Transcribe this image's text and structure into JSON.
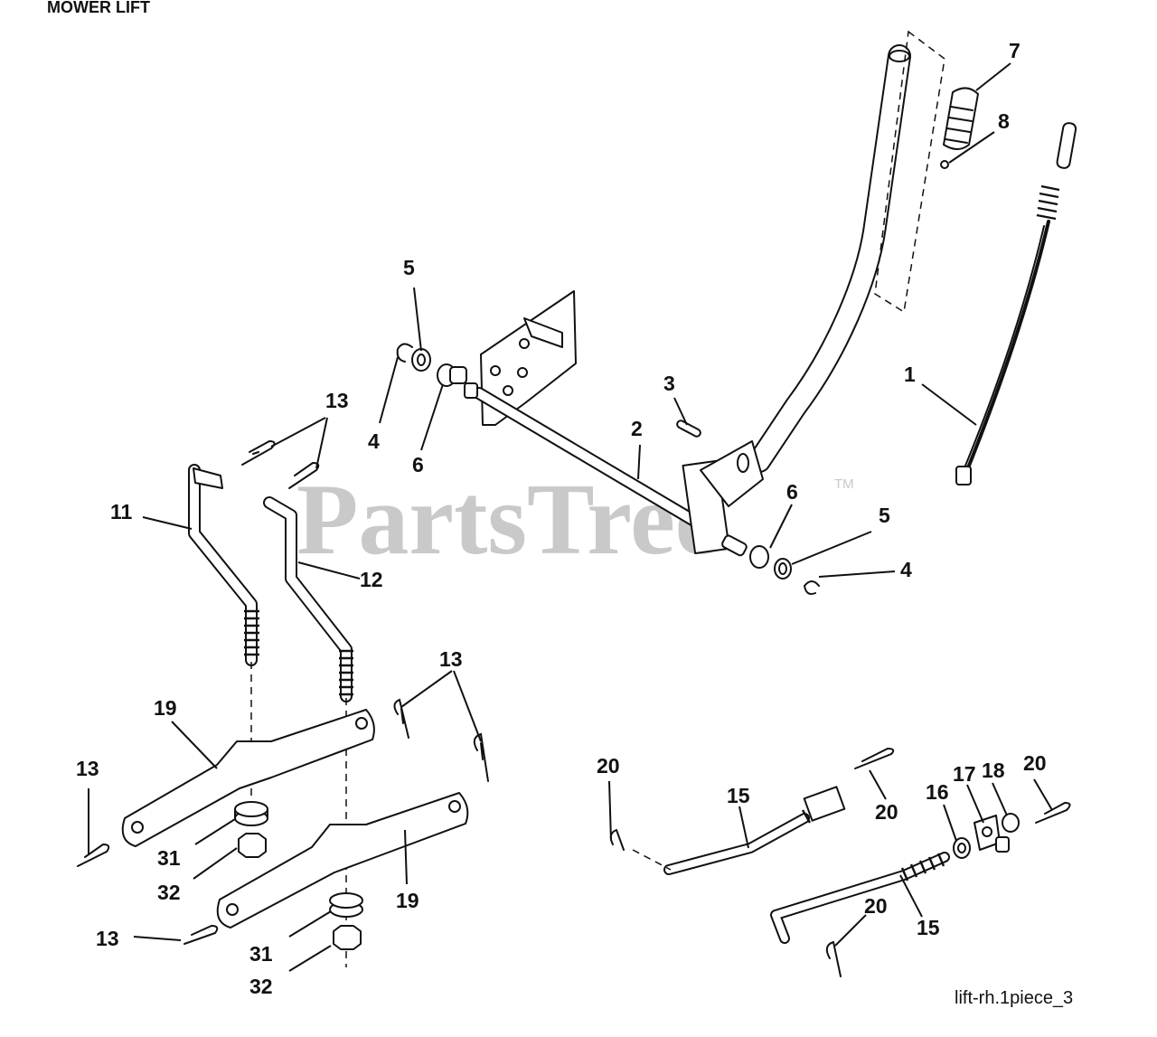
{
  "header": {
    "section_title": "MOWER LIFT"
  },
  "watermark": {
    "brand": "PartsTree",
    "trademark": "TM"
  },
  "footer": {
    "drawing_ref": "lift-rh.1piece_3"
  },
  "callouts": [
    {
      "id": "c1",
      "label": "1"
    },
    {
      "id": "c2",
      "label": "2"
    },
    {
      "id": "c3",
      "label": "3"
    },
    {
      "id": "c4a",
      "label": "4"
    },
    {
      "id": "c4b",
      "label": "4"
    },
    {
      "id": "c5a",
      "label": "5"
    },
    {
      "id": "c5b",
      "label": "5"
    },
    {
      "id": "c6a",
      "label": "6"
    },
    {
      "id": "c6b",
      "label": "6"
    },
    {
      "id": "c7",
      "label": "7"
    },
    {
      "id": "c8",
      "label": "8"
    },
    {
      "id": "c11",
      "label": "11"
    },
    {
      "id": "c12",
      "label": "12"
    },
    {
      "id": "c13a",
      "label": "13"
    },
    {
      "id": "c13b",
      "label": "13"
    },
    {
      "id": "c13c",
      "label": "13"
    },
    {
      "id": "c13d",
      "label": "13"
    },
    {
      "id": "c15a",
      "label": "15"
    },
    {
      "id": "c15b",
      "label": "15"
    },
    {
      "id": "c16",
      "label": "16"
    },
    {
      "id": "c17",
      "label": "17"
    },
    {
      "id": "c18",
      "label": "18"
    },
    {
      "id": "c19a",
      "label": "19"
    },
    {
      "id": "c19b",
      "label": "19"
    },
    {
      "id": "c20a",
      "label": "20"
    },
    {
      "id": "c20b",
      "label": "20"
    },
    {
      "id": "c20c",
      "label": "20"
    },
    {
      "id": "c20d",
      "label": "20"
    },
    {
      "id": "c31a",
      "label": "31"
    },
    {
      "id": "c31b",
      "label": "31"
    },
    {
      "id": "c32a",
      "label": "32"
    },
    {
      "id": "c32b",
      "label": "32"
    }
  ]
}
